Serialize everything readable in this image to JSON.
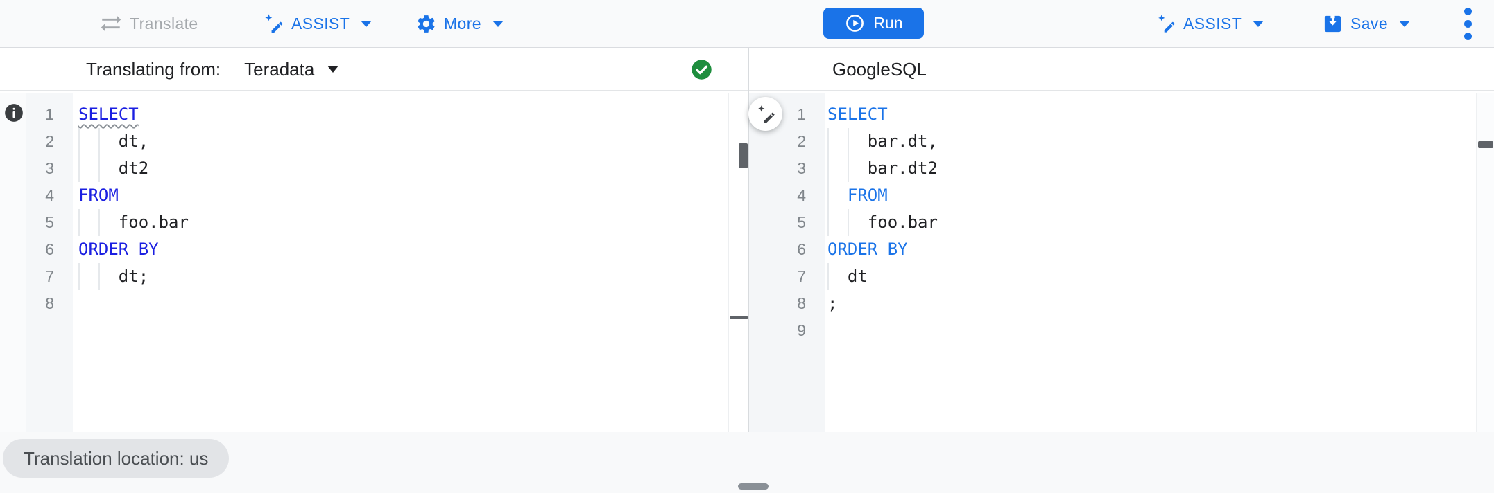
{
  "toolbar": {
    "translate_label": "Translate",
    "assist_label": "ASSIST",
    "more_label": "More",
    "run_label": "Run",
    "assist_right_label": "ASSIST",
    "save_label": "Save"
  },
  "left_panel": {
    "header_label": "Translating from:",
    "dialect": "Teradata",
    "status_icon": "success-check-circle",
    "gutter_icon": "info-circle",
    "lines": [
      {
        "segments": [
          {
            "k": "kws",
            "t": "SELECT"
          }
        ],
        "guides": []
      },
      {
        "segments": [
          {
            "k": "p",
            "t": "    dt,"
          }
        ],
        "guides": [
          0,
          2
        ]
      },
      {
        "segments": [
          {
            "k": "p",
            "t": "    dt2"
          }
        ],
        "guides": [
          0,
          2
        ]
      },
      {
        "segments": [
          {
            "k": "kw",
            "t": "FROM"
          }
        ],
        "guides": []
      },
      {
        "segments": [
          {
            "k": "p",
            "t": "    foo.bar"
          }
        ],
        "guides": [
          0,
          2
        ]
      },
      {
        "segments": [
          {
            "k": "kw",
            "t": "ORDER BY"
          }
        ],
        "guides": []
      },
      {
        "segments": [
          {
            "k": "p",
            "t": "    dt;"
          }
        ],
        "guides": [
          0,
          2
        ]
      },
      {
        "segments": [],
        "guides": []
      }
    ]
  },
  "right_panel": {
    "header_label": "GoogleSQL",
    "lines": [
      {
        "segments": [
          {
            "k": "kw",
            "t": "SELECT"
          }
        ],
        "guides": []
      },
      {
        "segments": [
          {
            "k": "p",
            "t": "    bar.dt,"
          }
        ],
        "guides": [
          0,
          2
        ]
      },
      {
        "segments": [
          {
            "k": "p",
            "t": "    bar.dt2"
          }
        ],
        "guides": [
          0,
          2
        ]
      },
      {
        "segments": [
          {
            "k": "p",
            "t": "  "
          },
          {
            "k": "kw",
            "t": "FROM"
          }
        ],
        "guides": [
          0
        ]
      },
      {
        "segments": [
          {
            "k": "p",
            "t": "    foo.bar"
          }
        ],
        "guides": [
          0,
          2
        ]
      },
      {
        "segments": [
          {
            "k": "kw",
            "t": "ORDER BY"
          }
        ],
        "guides": []
      },
      {
        "segments": [
          {
            "k": "p",
            "t": "  dt"
          }
        ],
        "guides": [
          0
        ]
      },
      {
        "segments": [
          {
            "k": "p",
            "t": ";"
          }
        ],
        "guides": []
      },
      {
        "segments": [],
        "guides": []
      }
    ]
  },
  "footer": {
    "location_badge": "Translation location: us"
  },
  "icons": {
    "translate": "sync-alt-arrows",
    "assist": "magic-pen-spark",
    "more": "gear",
    "run": "play-circle",
    "save": "save-download-box",
    "overflow": "kebab-dots",
    "source_status": "check-circle",
    "gutter_marker": "info-circle",
    "floating_button": "magic-pen-spark"
  },
  "colors": {
    "accent": "#1a73e8",
    "run_button": "#1a73e8",
    "source_keyword": "#1b1fe1",
    "target_keyword": "#1a73e8",
    "success_green": "#1e8e3e",
    "disabled_gray": "#a4a8ac",
    "scrollbar_thumb": "#5f6368",
    "badge_bg": "#e2e4e7"
  }
}
